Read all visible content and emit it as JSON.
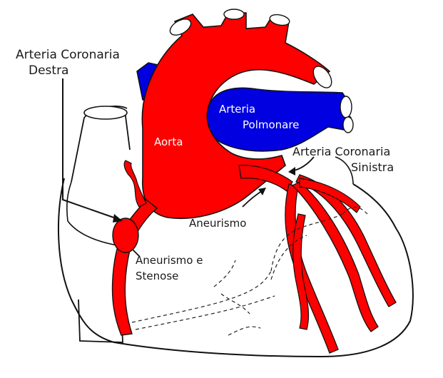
{
  "labels": {
    "right_coronary_line1": "Arteria Coronaria",
    "right_coronary_line2": "Destra",
    "pulmonary_line1": "Arteria",
    "pulmonary_line2": "Polmonare",
    "aorta": "Aorta",
    "left_coronary_line1": "Arteria Coronaria",
    "left_coronary_line2": "Sinistra",
    "aneurysm": "Aneurismo",
    "aneurysm_stenosis_line1": "Aneurismo e",
    "aneurysm_stenosis_line2": "Stenose"
  },
  "colors": {
    "artery_red": "#ff0000",
    "pulmonary_blue": "#0000e0",
    "outline": "#111111",
    "label_text": "#1a1a1a",
    "inner_label_text": "#ffffff"
  }
}
